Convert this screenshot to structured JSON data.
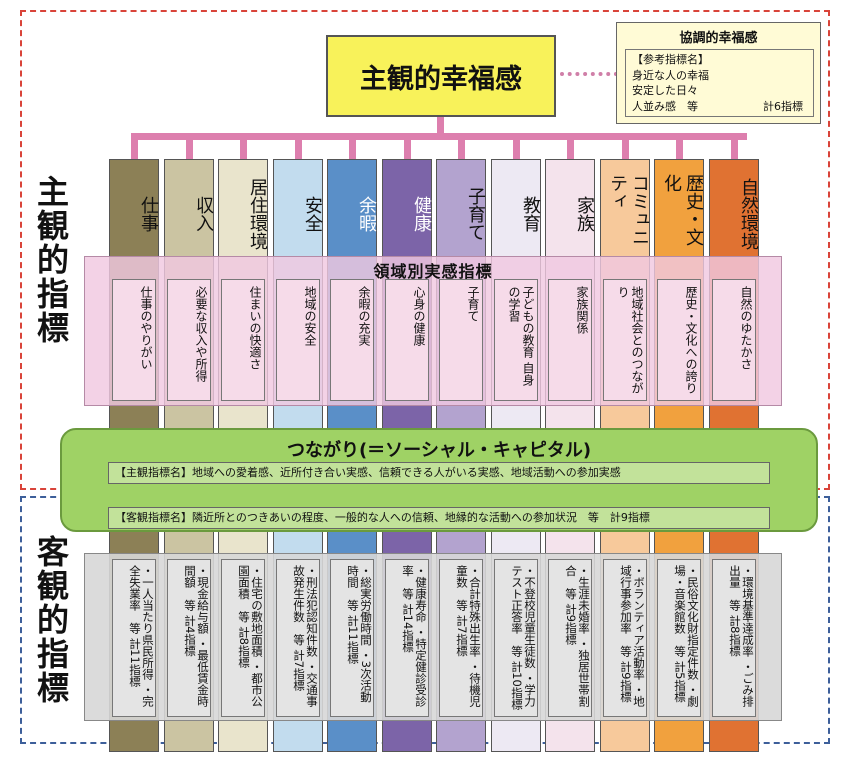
{
  "side_labels": {
    "subjective": "主観的指標",
    "objective": "客観的指標"
  },
  "main_title": "主観的幸福感",
  "cooperative": {
    "title": "協調的幸福感",
    "lines": [
      "【参考指標名】",
      "身近な人の幸福",
      "安定した日々",
      "人並み感　等"
    ],
    "total": "計6指標"
  },
  "band_title": "領域別実感指標",
  "columns": [
    {
      "name": "仕事",
      "color": "#8c8056",
      "subjective": "仕事のやりがい",
      "objective": "・一人当たり県民所得 ・完全失業率　等 計11指標"
    },
    {
      "name": "収入",
      "color": "#cbc4a2",
      "subjective": "必要な収入や所得",
      "objective": "・現金給与額 ・最低賃金時間額　等 計4指標"
    },
    {
      "name": "居住環境",
      "color": "#e9e4cc",
      "subjective": "住まいの快適さ",
      "objective": "・住宅の敷地面積 ・都市公園面積　等 計8指標"
    },
    {
      "name": "安全",
      "color": "#c2dcee",
      "subjective": "地域の安全",
      "objective": "・刑法犯認知件数 ・交通事故発生件数　等 計7指標"
    },
    {
      "name": "余暇",
      "color": "#5a8fc8",
      "subjective": "余暇の充実",
      "objective": "・総実労働時間 ・3次活動時間　等 計11指標"
    },
    {
      "name": "健康",
      "color": "#7c64a8",
      "subjective": "心身の健康",
      "objective": "・健康寿命 ・特定健診受診率　等 計14指標"
    },
    {
      "name": "子育て",
      "color": "#b3a3cf",
      "subjective": "子育て",
      "objective": "・合計特殊出生率 ・待機児童数　等 計7指標"
    },
    {
      "name": "教育",
      "color": "#ede9f3",
      "subjective": "子どもの教育 自身の学習",
      "objective": "・不登校児童生徒数 ・学力テスト正答率　等 計10指標"
    },
    {
      "name": "家族",
      "color": "#f4e3ec",
      "subjective": "家族関係",
      "objective": "・生涯未婚率 ・独居世帯割合　等 計9指標"
    },
    {
      "name": "コミュニティ",
      "color": "#f7c99b",
      "subjective": "地域社会とのつながり",
      "objective": "・ボランティア活動率 ・地域行事参加率　等 計9指標"
    },
    {
      "name": "歴史・文化",
      "color": "#f1a13e",
      "subjective": "歴史・文化への誇り",
      "objective": "・民俗文化財指定件数 ・劇場・音楽館数　等 計5指標"
    },
    {
      "name": "自然環境",
      "color": "#e07232",
      "subjective": "自然のゆたかさ",
      "objective": "・環境基準達成率 ・ごみ排出量　等 計8指標"
    }
  ],
  "social_capital": {
    "title": "つながり(＝ソーシャル・キャピタル)",
    "subjective_line": "【主観指標名】地域への愛着感、近所付き合い実感、信頼できる人がいる実感、地域活動への参加実感",
    "objective_line": "【客観指標名】隣近所とのつきあいの程度、一般的な人への信頼、地縁的な活動への参加状況　等　計9指標"
  }
}
